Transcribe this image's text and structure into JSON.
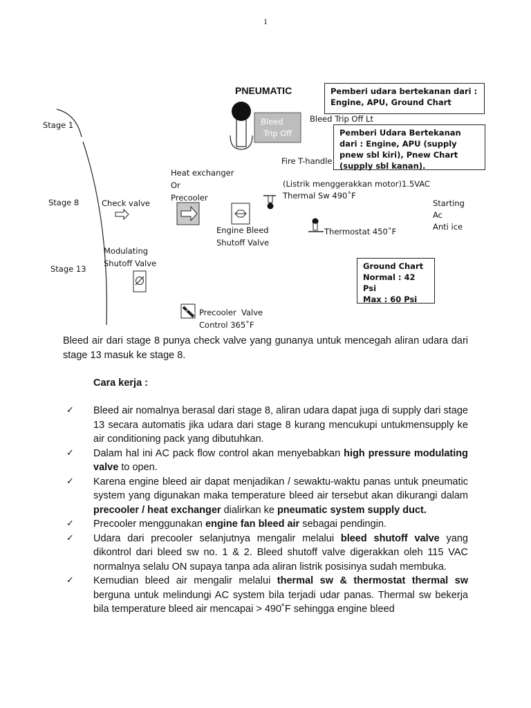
{
  "page_number": "1",
  "diagram": {
    "title": "PNEUMATIC",
    "box_source": "Pemberi udara bertekanan dari : Engine, APU, Ground Chart",
    "bleed_trip_button": [
      "Bleed",
      "Trip Off"
    ],
    "bleed_trip_light": "Bleed Trip Off Lt",
    "box_apu": "Pemberi Udara Bertekanan dari : Engine, APU (supply pnew sbl kiri), Pnew Chart (supply sbl kanan).",
    "fire_handle": "Fire T-handle",
    "stage1": "Stage 1",
    "stage8": "Stage 8",
    "stage13": "Stage 13",
    "check_valve": "Check valve",
    "heat_exchanger": [
      "Heat exchanger",
      "Or",
      "Precooler"
    ],
    "motor_note": "(Listrik menggerakkan motor)1.5VAC",
    "thermal_sw": "Thermal Sw 490˚F",
    "starting": [
      "Starting",
      "Ac",
      "Anti ice"
    ],
    "engine_bleed": [
      "Engine Bleed",
      "Shutoff Valve"
    ],
    "thermostat": "Thermostat 450˚F",
    "modulating": [
      "Modulating",
      "Shutoff Valve"
    ],
    "ground_chart": [
      "Ground Chart",
      "Normal : 42 Psi",
      "Max : 60 Psi"
    ],
    "precooler_valve": [
      "Precooler  Valve",
      "Control 365˚F"
    ]
  },
  "intro": "Bleed air dari stage 8 punya check valve yang gunanya untuk mencegah aliran udara dari stage 13 masuk ke stage 8.",
  "heading": "Cara kerja :",
  "checkmark": "✓",
  "bullets": [
    {
      "p1": "Bleed air nomalnya berasal dari stage 8, aliran udara dapat juga di supply dari stage 13 secara automatis jika udara dari stage 8 kurang mencukupi untukmensupply ke air conditioning pack yang dibutuhkan."
    },
    {
      "p1": "Dalam hal ini AC pack flow control akan menyebabkan ",
      "b1": "high pressure modulating valve",
      "p2": " to open."
    },
    {
      "p1": "Karena engine bleed air dapat menjadikan / sewaktu-waktu panas untuk pneumatic system yang digunakan maka temperature bleed air tersebut akan dikurangi dalam ",
      "b1": "precooler / heat exchanger",
      "p2": " dialirkan ke ",
      "b2": "pneumatic system supply duct."
    },
    {
      "p1": "Precooler menggunakan ",
      "b1": "engine fan bleed air",
      "p2": " sebagai pendingin."
    },
    {
      "p1": "Udara dari precooler selanjutnya mengalir melalui ",
      "b1": "bleed shutoff valve",
      "p2": " yang dikontrol dari bleed sw no. 1 & 2. Bleed shutoff valve digerakkan oleh 115 VAC normalnya selalu ON supaya tanpa ada aliran listrik posisinya sudah membuka."
    },
    {
      "p1": "Kemudian bleed air mengalir melalui ",
      "b1": "thermal sw & thermostat thermal sw",
      "p2": " berguna untuk melindungi AC system bila terjadi udar panas. Thermal sw bekerja bila temperature bleed air mencapai > 490˚F sehingga engine bleed"
    }
  ]
}
